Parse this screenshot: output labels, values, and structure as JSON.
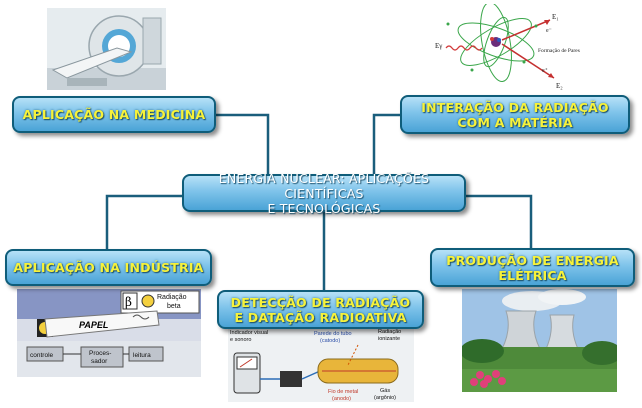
{
  "central": {
    "line1": "ENERGIA NUCLEAR: APLICAÇÕES CIENTÍFICAS",
    "line2": "E TECNOLÓGICAS"
  },
  "nodes": {
    "medicina": "APLICAÇÃO NA MEDICINA",
    "materia_line1": "INTERAÇÃO DA RADIAÇÃO",
    "materia_line2": "COM A MATÉRIA",
    "industria": "APLICAÇÃO NA INDÚSTRIA",
    "deteccao_line1": "DETECÇÃO DE RADIAÇÃO",
    "deteccao_line2": "E DATAÇÃO RADIOATIVA",
    "energia_line1": "PRODUÇÃO DE ENERGIA",
    "energia_line2": "ELÉTRICA"
  },
  "images": {
    "materia": {
      "label_ey": "Eγ",
      "label_e1": "E₁",
      "label_e2": "E₂",
      "label_eminus": "e⁻",
      "label_eplus": "e⁺",
      "caption": "Formação de Pares"
    },
    "industria": {
      "beta_symbol": "β",
      "beta_label_1": "Radiação",
      "beta_label_2": "beta",
      "paper": "PAPEL",
      "label_controle": "controle",
      "label_processador": "Proces-",
      "label_processador2": "sador",
      "label_leitura": "leitura"
    },
    "deteccao": {
      "label_indicador_1": "Indicador visual",
      "label_indicador_2": "e sonoro",
      "label_parede_1": "Parede do tubo",
      "label_parede_2": "(catodo)",
      "label_radiacao_1": "Radiação",
      "label_radiacao_2": "ionizante",
      "label_fio_1": "Fio de metal",
      "label_fio_2": "(anodo)",
      "label_gas_1": "Gás",
      "label_gas_2": "(argônio)"
    }
  },
  "colors": {
    "node_border": "#0f5d7a",
    "node_text": "#f7f23a",
    "central_text": "#ffffff",
    "connector": "#1a5e7c"
  }
}
